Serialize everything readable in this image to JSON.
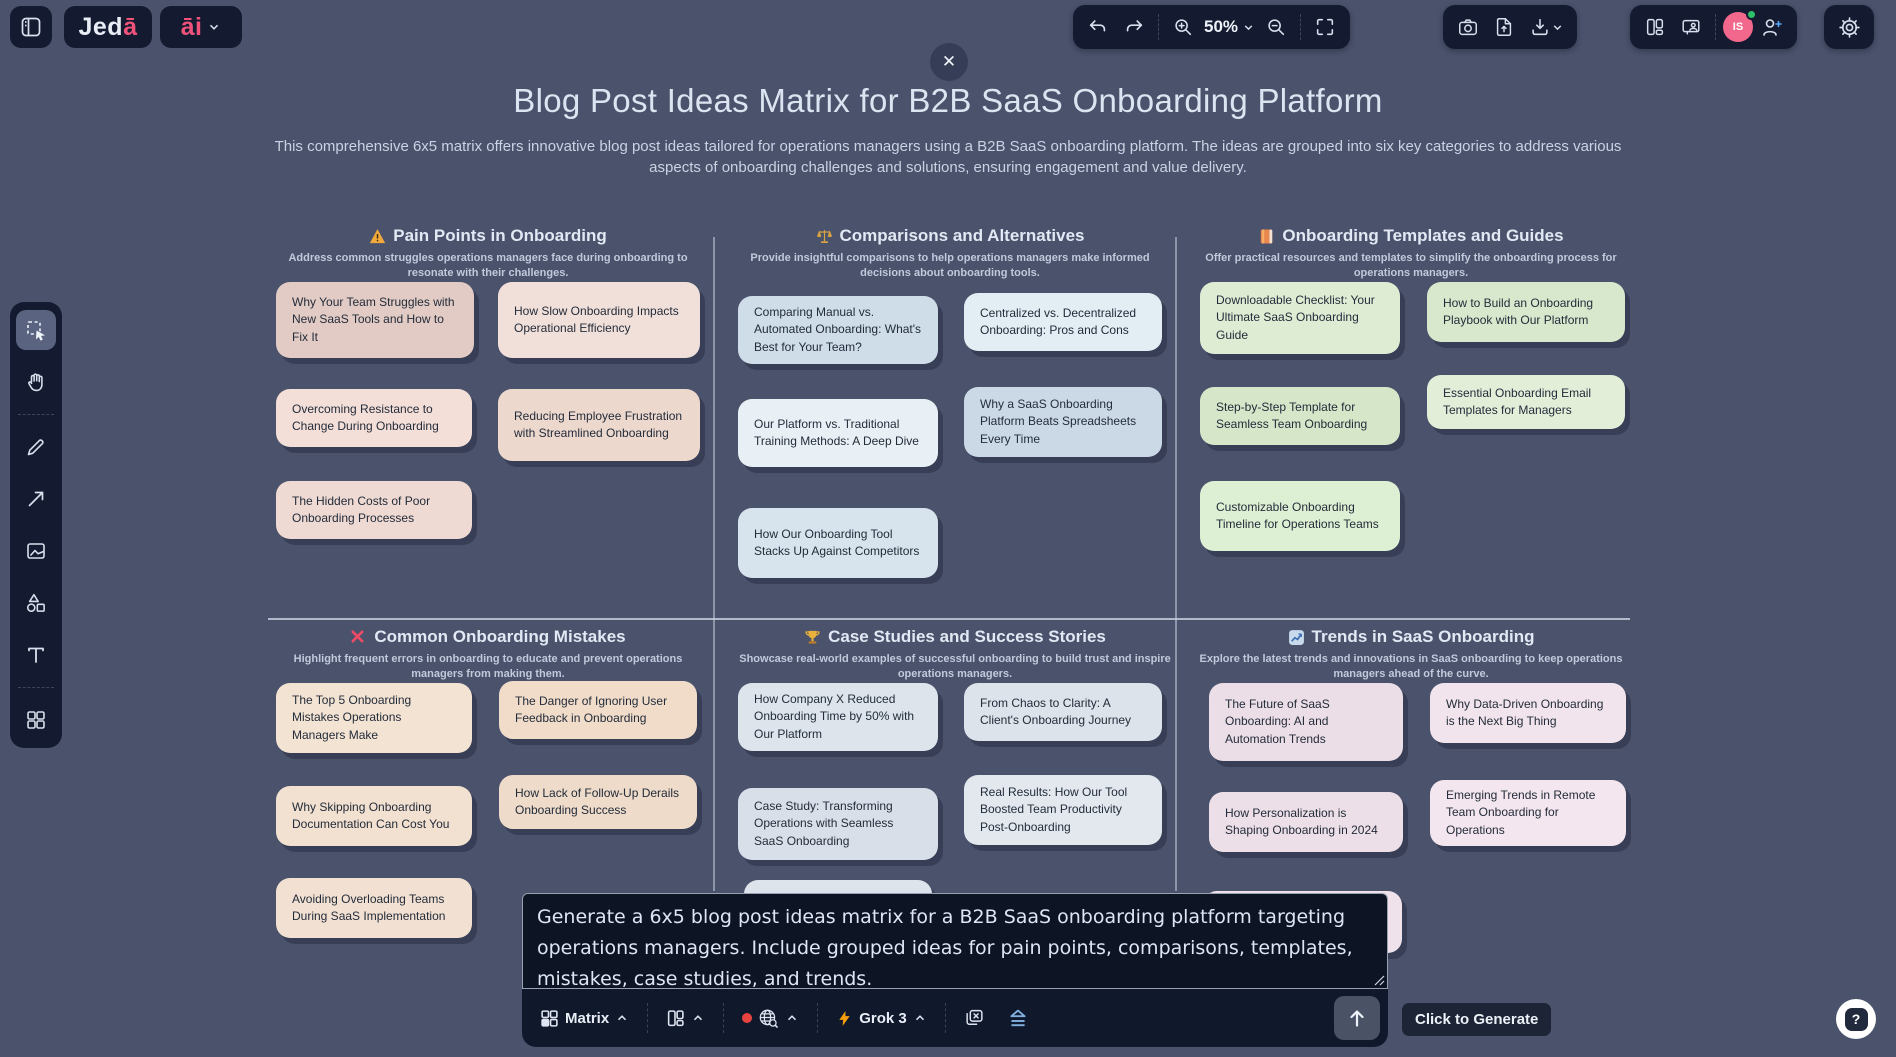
{
  "app": {
    "logo_text_white": "Jed",
    "logo_text_pink": "ā",
    "ai_menu_label": "āi"
  },
  "top_toolbar": {
    "zoom_level": "50%"
  },
  "user": {
    "avatar_initials": "IS"
  },
  "board": {
    "title": "Blog Post Ideas Matrix for B2B SaaS Onboarding Platform",
    "subtitle": "This comprehensive 6x5 matrix offers innovative blog post ideas tailored for operations managers using a B2B SaaS onboarding platform. The ideas are grouped into six key categories to address various aspects of onboarding challenges and solutions, ensuring engagement and value delivery.",
    "close_glyph": "✕",
    "sections": [
      {
        "icon": "warning",
        "title": "Pain Points in Onboarding",
        "description": "Address common struggles operations managers face during onboarding to resonate with their challenges.",
        "notes": [
          {
            "text": "Why Your Team Struggles with New SaaS Tools and How to Fix It",
            "color": "#e2cbc4"
          },
          {
            "text": "How Slow Onboarding Impacts Operational Efficiency",
            "color": "#f1e0da"
          },
          {
            "text": "Overcoming Resistance to Change During Onboarding",
            "color": "#f3ded8"
          },
          {
            "text": "Reducing Employee Frustration with Streamlined Onboarding",
            "color": "#edd8ce"
          },
          {
            "text": "The Hidden Costs of Poor Onboarding Processes",
            "color": "#eed9d3"
          }
        ]
      },
      {
        "icon": "scales",
        "title": "Comparisons and Alternatives",
        "description": "Provide insightful comparisons to help operations managers make informed decisions about onboarding tools.",
        "notes": [
          {
            "text": "Comparing Manual vs. Automated Onboarding: What's Best for Your Team?",
            "color": "#cfdde9"
          },
          {
            "text": "Centralized vs. Decentralized Onboarding: Pros and Cons",
            "color": "#e3edf4"
          },
          {
            "text": "Our Platform vs. Traditional Training Methods: A Deep Dive",
            "color": "#e8f0f5"
          },
          {
            "text": "Why a SaaS Onboarding Platform Beats Spreadsheets Every Time",
            "color": "#cbd9e7"
          },
          {
            "text": "How Our Onboarding Tool Stacks Up Against Competitors",
            "color": "#d7e4ee"
          }
        ]
      },
      {
        "icon": "book",
        "title": "Onboarding Templates and Guides",
        "description": "Offer practical resources and templates to simplify the onboarding process for operations managers.",
        "notes": [
          {
            "text": "Downloadable Checklist: Your Ultimate SaaS Onboarding Guide",
            "color": "#dfecd4"
          },
          {
            "text": "How to Build an Onboarding Playbook with Our Platform",
            "color": "#d8e8cd"
          },
          {
            "text": "Step-by-Step Template for Seamless Team Onboarding",
            "color": "#d5e6c9"
          },
          {
            "text": "Essential Onboarding Email Templates for Managers",
            "color": "#e3eed9"
          },
          {
            "text": "Customizable Onboarding Timeline for Operations Teams",
            "color": "#def0d3"
          }
        ]
      },
      {
        "icon": "cross",
        "title": "Common Onboarding Mistakes",
        "description": "Highlight frequent errors in onboarding to educate and prevent operations managers from making them.",
        "notes": [
          {
            "text": "The Top 5 Onboarding Mistakes Operations Managers Make",
            "color": "#f3e3d3"
          },
          {
            "text": "The Danger of Ignoring User Feedback in Onboarding",
            "color": "#f0dcc9"
          },
          {
            "text": "Why Skipping Onboarding Documentation Can Cost You",
            "color": "#f2e0d0"
          },
          {
            "text": "How Lack of Follow-Up Derails Onboarding Success",
            "color": "#eedbc9"
          },
          {
            "text": "Avoiding Overloading Teams During SaaS Implementation",
            "color": "#f2e1d2"
          }
        ]
      },
      {
        "icon": "trophy",
        "title": "Case Studies and Success Stories",
        "description": "Showcase real-world examples of successful onboarding to build trust and inspire operations managers.",
        "notes": [
          {
            "text": "How Company X Reduced Onboarding Time by 50% with Our Platform",
            "color": "#dde4eb"
          },
          {
            "text": "From Chaos to Clarity: A Client's Onboarding Journey",
            "color": "#dce3ea"
          },
          {
            "text": "Case Study: Transforming Operations with Seamless SaaS Onboarding",
            "color": "#d8dfe8"
          },
          {
            "text": "Real Results: How Our Tool Boosted Team Productivity Post-Onboarding",
            "color": "#e2e8ee"
          },
          {
            "text": "",
            "color": "#dde4eb"
          }
        ]
      },
      {
        "icon": "chart",
        "title": "Trends in SaaS Onboarding",
        "description": "Explore the latest trends and innovations in SaaS onboarding to keep operations managers ahead of the curve.",
        "notes": [
          {
            "text": "The Future of SaaS Onboarding: AI and Automation Trends",
            "color": "#ecdee7"
          },
          {
            "text": "Why Data-Driven Onboarding is the Next Big Thing",
            "color": "#f2e4ec"
          },
          {
            "text": "How Personalization is Shaping Onboarding in 2024",
            "color": "#eddfe8"
          },
          {
            "text": "Emerging Trends in Remote Team Onboarding for Operations",
            "color": "#f4e6ee"
          },
          {
            "text": "",
            "color": "#f0e2ea"
          }
        ]
      }
    ]
  },
  "prompt": {
    "text": "Generate a 6x5 blog post ideas matrix for a B2B SaaS onboarding platform targeting operations managers. Include grouped ideas for pain points, comparisons, templates, mistakes, case studies, and trends.",
    "mode_label": "Matrix",
    "model_label": "Grok 3",
    "tooltip": "Click to Generate"
  },
  "help": {
    "label": "?"
  },
  "colors": {
    "canvas_bg": "#4a526c",
    "panel_bg": "#141b30",
    "icon": "#d9e0ed",
    "accent_pink": "#f0527a",
    "avatar_pink": "#f2688c",
    "online_green": "#2fc06a",
    "record_red": "#e8433f",
    "bolt_orange": "#f59e0b",
    "collapse_blue": "#7fb0dd",
    "divider_line": "#c3cddc",
    "note_text": "#232c3a",
    "tooltip_bg": "#1d2435",
    "send_btn_bg": "#4a5265",
    "prompt_bg": "#0d1424",
    "prompt_border": "#99a1b1"
  }
}
